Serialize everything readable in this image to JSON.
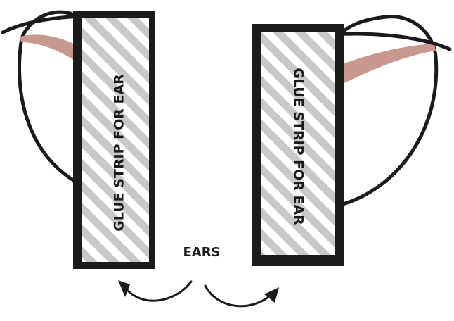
{
  "diagram": {
    "left_strip_label": "GLUE STRIP FOR EAR",
    "right_strip_label": "GLUE STRIP FOR EAR",
    "center_label": "EARS"
  },
  "colors": {
    "outline": "#1a1a1a",
    "stripe_light": "#ffffff",
    "stripe_dark": "#c8c8c8",
    "inner_ear": "#c8978e",
    "background": "#ffffff"
  }
}
